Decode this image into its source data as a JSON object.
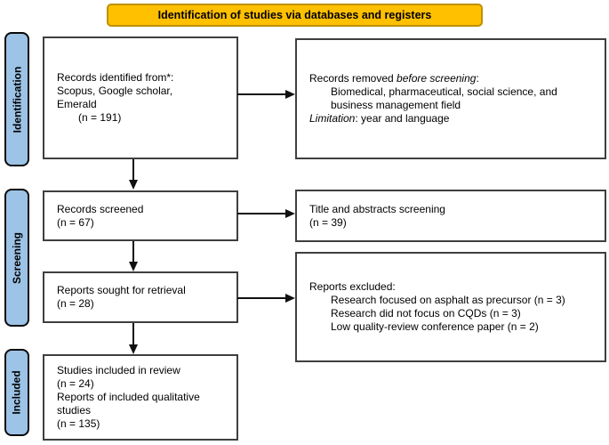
{
  "banner": {
    "label": "Identification of studies via databases and registers"
  },
  "colors": {
    "banner_fill": "#FFC000",
    "banner_border": "#BF9000",
    "stage_fill": "#9DC3E6",
    "box_border": "#3F3F3F",
    "arrow": "#111111"
  },
  "stages": [
    {
      "label": "Identification"
    },
    {
      "label": "Screening"
    },
    {
      "label": "Included"
    }
  ],
  "boxes": {
    "identified": {
      "lines": [
        {
          "seg": [
            "Records identified from*:"
          ]
        },
        {
          "seg": [
            "Scopus, Google scholar,"
          ]
        },
        {
          "seg": [
            "Emerald"
          ]
        },
        {
          "indent": 1,
          "seg": [
            "(n = 191)"
          ]
        }
      ]
    },
    "removed": {
      "lines": [
        {
          "seg": [
            {
              "t": "Records removed "
            },
            {
              "t": "before screening",
              "i": true
            },
            {
              "t": ":"
            }
          ]
        },
        {
          "indent": 1,
          "seg": [
            "Biomedical, pharmaceutical, social science, and"
          ]
        },
        {
          "indent": 1,
          "seg": [
            "business management field"
          ]
        },
        {
          "seg": [
            {
              "t": "Limitation",
              "i": true
            },
            {
              "t": ": year and language"
            }
          ]
        }
      ]
    },
    "screened": {
      "lines": [
        {
          "seg": [
            "Records screened"
          ]
        },
        {
          "seg": [
            "(n = 67)"
          ]
        }
      ]
    },
    "title_screening": {
      "lines": [
        {
          "seg": [
            "Title and abstracts screening"
          ]
        },
        {
          "seg": [
            "(n = 39)"
          ]
        }
      ]
    },
    "sought": {
      "lines": [
        {
          "seg": [
            "Reports sought for retrieval"
          ]
        },
        {
          "seg": [
            "(n = 28)"
          ]
        }
      ]
    },
    "excluded": {
      "lines": [
        {
          "seg": [
            "Reports excluded:"
          ]
        },
        {
          "indent": 1,
          "seg": [
            "Research focused on asphalt as precursor (n = 3)"
          ]
        },
        {
          "indent": 1,
          "seg": [
            "Research did not focus on CQDs (n = 3)"
          ]
        },
        {
          "indent": 1,
          "seg": [
            "Low quality-review conference paper (n = 2)"
          ]
        }
      ]
    },
    "included": {
      "lines": [
        {
          "seg": [
            "Studies included in review"
          ]
        },
        {
          "seg": [
            "(n = 24)"
          ]
        },
        {
          "seg": [
            "Reports of included qualitative"
          ]
        },
        {
          "seg": [
            "studies"
          ]
        },
        {
          "seg": [
            "(n = 135)"
          ]
        }
      ]
    }
  }
}
